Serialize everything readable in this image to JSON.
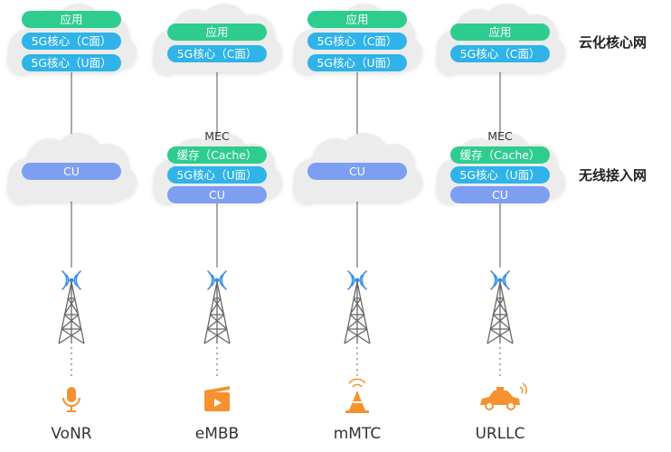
{
  "layers": {
    "core": "云化核心网",
    "access": "无线接入网"
  },
  "columns": [
    {
      "name": "VoNR",
      "core": [
        "应用",
        "5G核心（C面）",
        "5G核心（U面）"
      ],
      "edge_title": "",
      "edge": [
        "CU"
      ],
      "icon": "microphone-icon"
    },
    {
      "name": "eMBB",
      "core": [
        "应用",
        "5G核心（C面）"
      ],
      "edge_title": "MEC",
      "edge": [
        "缓存（Cache）",
        "5G核心（U面）",
        "CU"
      ],
      "icon": "video-clapperboard-icon"
    },
    {
      "name": "mMTC",
      "core": [
        "应用",
        "5G核心（C面）",
        "5G核心（U面）"
      ],
      "edge_title": "",
      "edge": [
        "CU"
      ],
      "icon": "traffic-cone-signal-icon"
    },
    {
      "name": "URLLC",
      "core": [
        "应用",
        "5G核心（C面）"
      ],
      "edge_title": "MEC",
      "edge": [
        "缓存（Cache）",
        "5G核心（U面）",
        "CU"
      ],
      "icon": "connected-car-icon"
    }
  ],
  "colors": {
    "app": "#2ecc8f",
    "core": "#2fb3e8",
    "cu": "#7e9ef2",
    "cloud": "#ececec",
    "tower": "#666666",
    "signal": "#3a8fe0",
    "icon": "#f5922f"
  }
}
